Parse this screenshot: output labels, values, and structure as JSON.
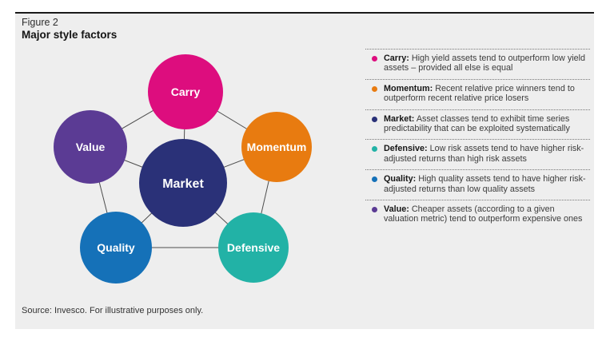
{
  "figure": {
    "label": "Figure 2",
    "title": "Major style factors",
    "source": "Source: Invesco. For illustrative purposes only."
  },
  "diagram": {
    "nodes": [
      {
        "id": "carry",
        "label": "Carry",
        "color": "#dd0d7e"
      },
      {
        "id": "momentum",
        "label": "Momentum",
        "color": "#e87b10"
      },
      {
        "id": "market",
        "label": "Market",
        "color": "#2a3178"
      },
      {
        "id": "defensive",
        "label": "Defensive",
        "color": "#22b2a6"
      },
      {
        "id": "quality",
        "label": "Quality",
        "color": "#1571b8"
      },
      {
        "id": "value",
        "label": "Value",
        "color": "#5b3b94"
      }
    ]
  },
  "legend": {
    "items": [
      {
        "label": "Carry:",
        "text": "High yield assets tend to outperform low yield assets – provided all else is equal",
        "color": "#dd0d7e"
      },
      {
        "label": "Momentum:",
        "text": "Recent relative price winners tend to outperform recent relative price losers",
        "color": "#e87b10"
      },
      {
        "label": "Market:",
        "text": "Asset classes tend to exhibit time series predictability that can be exploited systematically",
        "color": "#2a3178"
      },
      {
        "label": "Defensive:",
        "text": "Low risk assets tend to have higher risk-adjusted returns than high risk assets",
        "color": "#22b2a6"
      },
      {
        "label": "Quality:",
        "text": "High quality assets tend to have higher risk-adjusted returns than low quality assets",
        "color": "#1571b8"
      },
      {
        "label": "Value:",
        "text": "Cheaper assets (according to a given valuation metric) tend to outperform expensive ones",
        "color": "#5b3b94"
      }
    ]
  }
}
